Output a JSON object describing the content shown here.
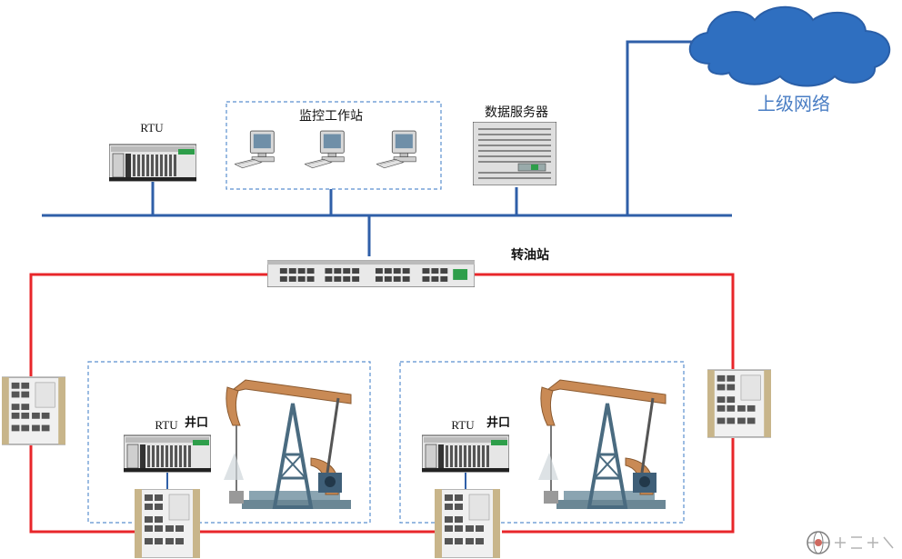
{
  "labels": {
    "upper_network": "上级网络",
    "monitor_station": "监控工作站",
    "data_server": "数据服务器",
    "rtu_top": "RTU",
    "transfer_station": "转油站",
    "wellhead_1_rtu": "RTU",
    "wellhead_1_label": "井口",
    "wellhead_2_rtu": "RTU",
    "wellhead_2_label": "井口"
  },
  "colors": {
    "lan_line": "#2f5fa8",
    "ring_line": "#e8262a",
    "dashed_box": "#5b8fcf",
    "cloud_fill": "#2f6fc0",
    "cloud_text": "#4a7ec4"
  },
  "icons": {
    "cloud": "cloud-icon",
    "rtu": "rtu-device-icon",
    "pc": "computer-icon",
    "server": "server-icon",
    "core_switch": "rack-switch-icon",
    "ring_switch": "industrial-switch-icon",
    "pump_jack": "pump-jack-icon",
    "watermark": "globe-logo-icon"
  }
}
